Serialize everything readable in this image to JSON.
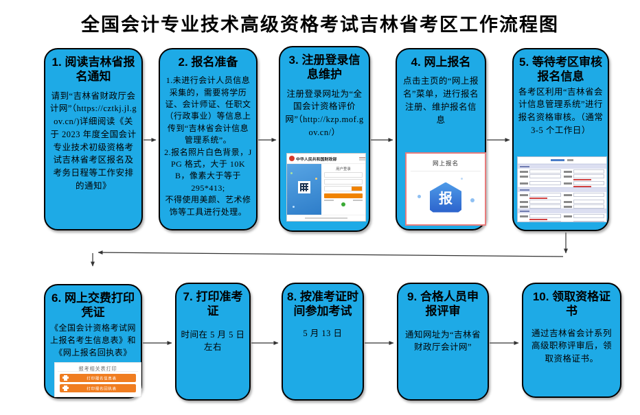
{
  "page_title": "全国会计专业技术高级资格考试吉林省考区工作流程图",
  "boxes": [
    {
      "heading": "1. 阅读吉林省报名通知",
      "body": "请到“吉林省财政厅会计网”（https://cztkj.jl.gov.cn/)详细阅读《关于 2023 年度全国会计专业技术初级资格考试吉林省考区报名及考务日程等工作安排的通知》"
    },
    {
      "heading": "2. 报名准备",
      "body": "1.未进行会计人员信息采集的，需要将学历证、会计师证、任职文（行政事业）等信息上传到“吉林省会计信息管理系统”。\n2.报名照片白色背景，JPG 格式，大于 10KB，像素大于等于\n295*413;\n不得使用美颜、艺术修饰等工具进行处理。"
    },
    {
      "heading": "3. 注册登录信息维护",
      "body": "注册登录网址为“全国会计资格评价网”（http://kzp.mof.gov.cn/）"
    },
    {
      "heading": "4. 网上报名",
      "body": "点击主页的“网上报名”菜单，进行报名注册、维护报名信息"
    },
    {
      "heading": "5. 等待考区审核报名信息",
      "body": "各考区利用“吉林省会计信息管理系统”进行报名资格审核。（通常 3-5 个工作日）"
    },
    {
      "heading": "6. 网上交费打印凭证",
      "body": "《全国会计资格考试网上报名考生信息表》和《网上报名回执表》"
    },
    {
      "heading": "7. 打印准考证",
      "body": "时间在 5 月 5 日左右"
    },
    {
      "heading": "8. 按准考证时间参加考试",
      "body": "5 月 13 日"
    },
    {
      "heading": "9. 合格人员申报评审",
      "body": "通知网址为“吉林省财政厅会计网”"
    },
    {
      "heading": "10. 领取资格证书",
      "body": "通过吉林省会计系列高级职称评审后，领取资格证书。"
    }
  ],
  "screenshots": {
    "login": {
      "site_name": "中华人民共和国财政部",
      "panel_title": "用户登录"
    },
    "online_reg": {
      "label": "网上报名",
      "icon_char": "报"
    },
    "print": {
      "heading": "报考相关表打印",
      "button1": "打印报名信息表",
      "button2": "打印报名回执表"
    }
  },
  "colors": {
    "node_fill": "#1EAAE6",
    "node_border": "#000000",
    "accent_orange": "#F07D20",
    "red_frame": "#E87C7C",
    "arrow": "#333333"
  }
}
